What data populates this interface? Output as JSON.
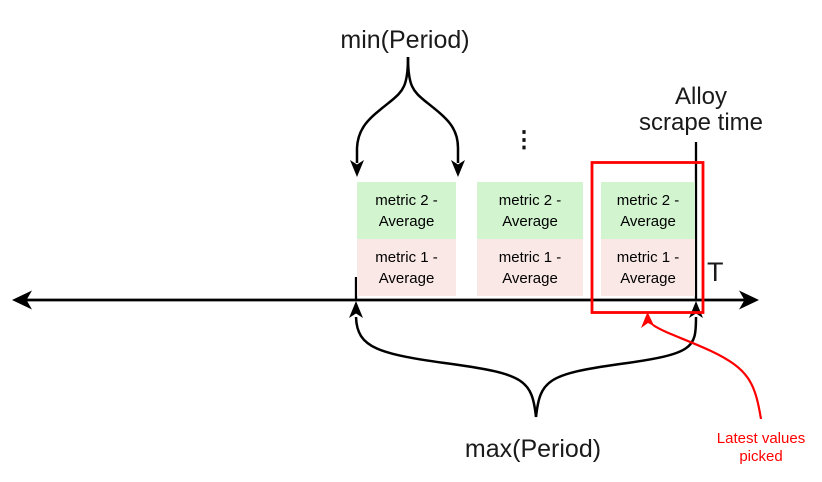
{
  "diagram": {
    "description": "Timeline diagram of metric averaging periods and scrape time",
    "labels": {
      "min_period": "min(Period)",
      "max_period": "max(Period)",
      "alloy_scrape_time": {
        "line1": "Alloy",
        "line2": "scrape time"
      },
      "time_axis": "T",
      "ellipsis": "⋮",
      "latest_values": {
        "line1": "Latest values",
        "line2": "picked"
      }
    },
    "groups": [
      {
        "top_cell": "metric 2 - Average",
        "bottom_cell": "metric 1 - Average"
      },
      {
        "top_cell": "metric 2 - Average",
        "bottom_cell": "metric 1 - Average"
      },
      {
        "top_cell": "metric 2 - Average",
        "bottom_cell": "metric 1 - Average",
        "highlighted": true
      }
    ],
    "colors": {
      "metric2_fill": "#d2f5d0",
      "metric1_fill": "#fae8e6",
      "highlight": "#ff0000",
      "stroke": "#000000",
      "label_text": "#1a1a1a"
    }
  }
}
